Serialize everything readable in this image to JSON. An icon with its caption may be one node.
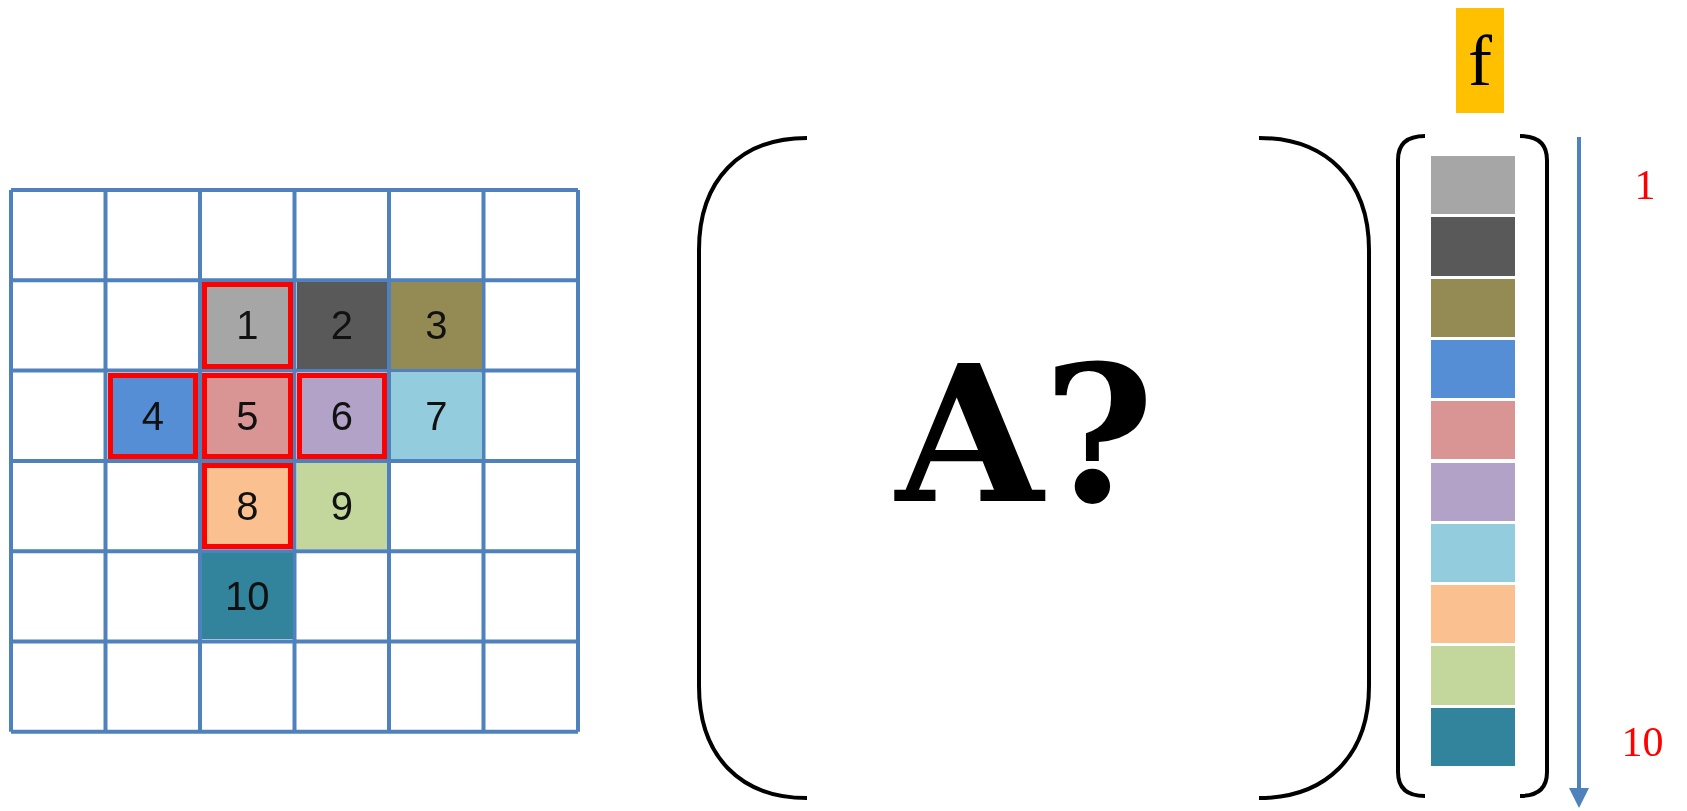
{
  "diagram": {
    "nodes": [
      {
        "text": [
          "1"
        ]
      },
      {
        "text": [
          "2"
        ]
      },
      {
        "text": [
          "3"
        ]
      },
      {
        "text": [
          "4"
        ]
      },
      {
        "text": [
          "5"
        ]
      },
      {
        "text": [
          "6"
        ]
      },
      {
        "text": [
          "7"
        ]
      },
      {
        "text": [
          "8"
        ]
      },
      {
        "text": [
          "9"
        ]
      },
      {
        "text": [
          "10"
        ]
      },
      {
        "text": [
          "f"
        ]
      },
      {
        "text": [],
        "shape": "box"
      },
      {
        "text": [],
        "shape": "box"
      },
      {
        "text": [],
        "shape": "box"
      },
      {
        "text": [],
        "shape": "box"
      },
      {
        "text": [],
        "shape": "box"
      },
      {
        "text": [],
        "shape": "box"
      },
      {
        "text": [],
        "shape": "box"
      },
      {
        "text": [],
        "shape": "box"
      },
      {
        "text": [],
        "shape": "box"
      },
      {
        "text": [],
        "shape": "box"
      }
    ],
    "edges": [],
    "labels": [
      "A?",
      "1",
      "10"
    ]
  }
}
